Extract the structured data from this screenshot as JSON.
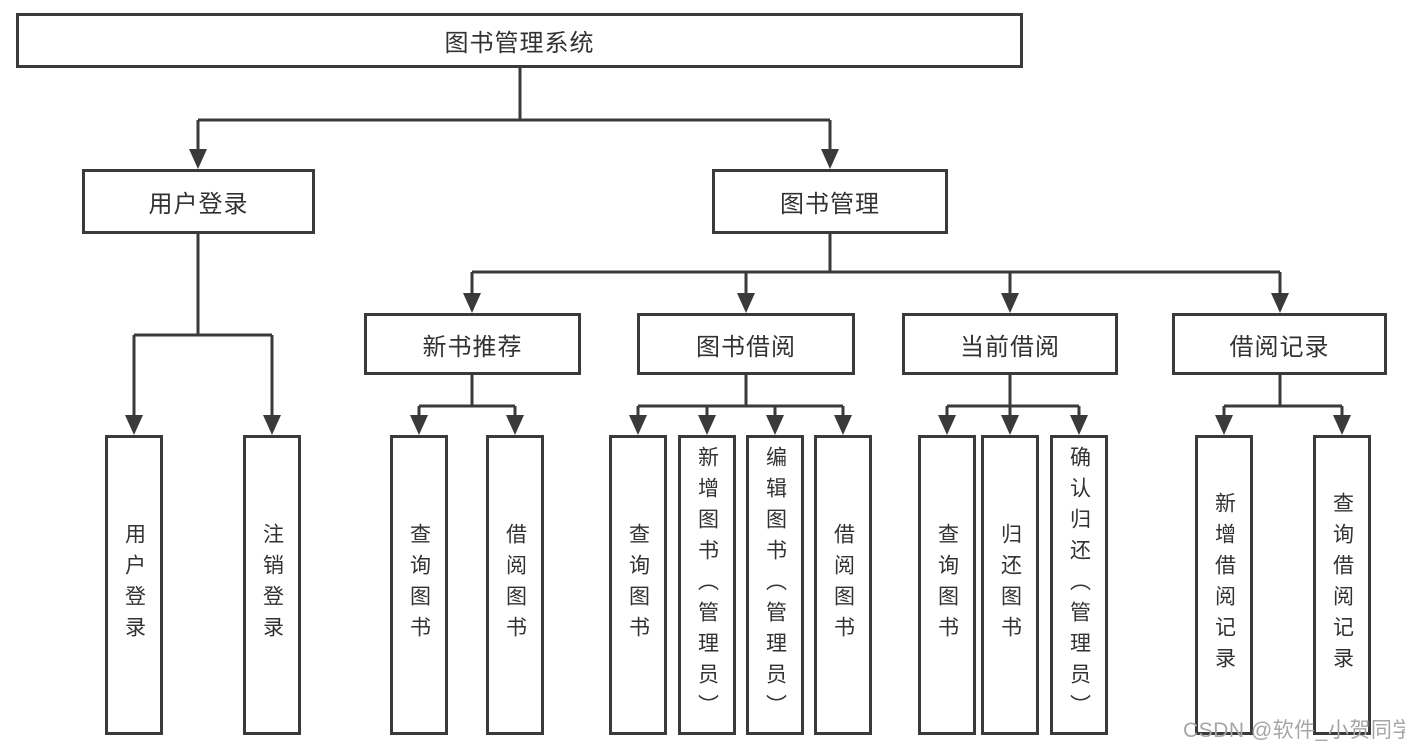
{
  "diagram": {
    "root": {
      "label": "图书管理系统"
    },
    "level2": [
      {
        "label": "用户登录"
      },
      {
        "label": "图书管理"
      }
    ],
    "level3": [
      {
        "label": "新书推荐"
      },
      {
        "label": "图书借阅"
      },
      {
        "label": "当前借阅"
      },
      {
        "label": "借阅记录"
      }
    ],
    "leaves": [
      {
        "label": "用户登录"
      },
      {
        "label": "注销登录"
      },
      {
        "label": "查询图书"
      },
      {
        "label": "借阅图书"
      },
      {
        "label": "查询图书"
      },
      {
        "label": "新增图书（管理员）"
      },
      {
        "label": "编辑图书（管理员）"
      },
      {
        "label": "借阅图书"
      },
      {
        "label": "查询图书"
      },
      {
        "label": "归还图书"
      },
      {
        "label": "确认归还（管理员）"
      },
      {
        "label": "新增借阅记录"
      },
      {
        "label": "查询借阅记录"
      }
    ],
    "colors": {
      "line": "#3a3a3a",
      "text": "#323232",
      "watermark_text": "#a6a6a6",
      "background": "#ffffff"
    }
  },
  "watermark": {
    "text": "CSDN @软件_小贺同学"
  }
}
